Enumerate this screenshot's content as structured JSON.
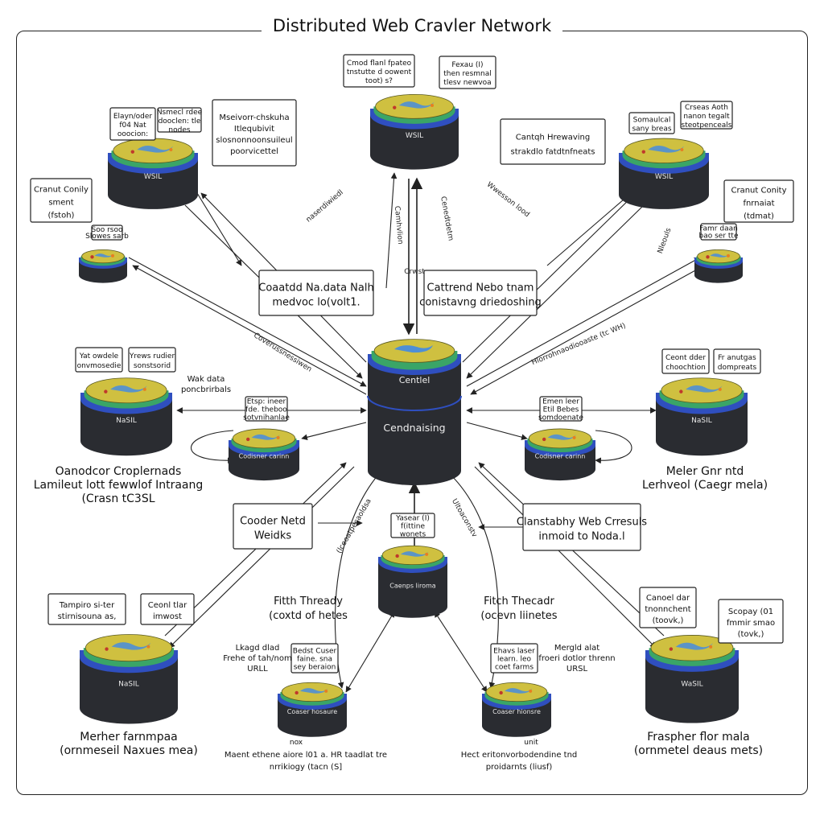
{
  "title": "Distributed Web Cravler Network",
  "coordinator": {
    "label_top": "Centlel",
    "label_main": "Cendnaising"
  },
  "nodes": [
    {
      "id": "n-top",
      "label": "WSIL",
      "callout": "Cmod flanl fpateo\ntnstutte d oowent\ntoot) s?",
      "callout2": "Fexau (I)\nthen resmnal\ntlesv newvoa"
    },
    {
      "id": "n-ul",
      "label": "WSIL",
      "callout": "Elayn/oder\nf04 Nat\nooocion:",
      "callout2": "Nsmecl rdee\ndooclen: tle\nnodes"
    },
    {
      "id": "n-ur",
      "label": "WSIL",
      "callout": "Somaulcal\nsany breas",
      "callout2": "Crseas Aoth\nnanon tegalt\nsteotpenceals"
    },
    {
      "id": "n-ul2",
      "label": "",
      "callout": "Soo rsoo\nSlowes sarb"
    },
    {
      "id": "n-ur2",
      "label": "",
      "callout": "Famr daan\nbao ser tte"
    },
    {
      "id": "n-l",
      "label": "NaSIL",
      "callout": "Yat owdele\nonvmosedie",
      "callout2": "Yrews rudier\nsonstsorid"
    },
    {
      "id": "n-r",
      "label": "NaSIL",
      "callout": "Ceont dder\nchoochtion",
      "callout2": "Fr anutgas\ndompreats"
    },
    {
      "id": "n-lc",
      "label": "Codisner carinn",
      "callout": "Etsp: ineer\nfde. theboo\nsotvnihanlae"
    },
    {
      "id": "n-rc",
      "label": "Codisner carinn",
      "callout": "Emen leer\nEtil Bebes\nsomdoenate"
    },
    {
      "id": "n-bc",
      "label": "Caenps liroma",
      "callout": "Yasear (I)\nf(ittine\nwonets"
    },
    {
      "id": "n-bl",
      "label": "NaSIL",
      "callout": "Tampiro si-ter\nstirnisouna as,",
      "callout2": "Ceonl tlar\nimwost"
    },
    {
      "id": "n-br",
      "label": "WaSIL",
      "callout": "Canoel dar\ntnonnchent\n(toovk,)",
      "callout2": "Scopay (01\nfmmir smao\n(tovk,)"
    },
    {
      "id": "n-bml",
      "label": "Coaser hosaure",
      "callout": "Bedst Cuser\nfaine. sna\nsey beraion"
    },
    {
      "id": "n-bmr",
      "label": "Coaser hionsre",
      "callout": "Ehavs laser\nlearn. leo\ncoet farms"
    }
  ],
  "callouts": {
    "c1": "Mseivorr-chskuha\nItlequbivit\nslosnonnoonsuileul\npoorvicettel",
    "c2": "Cantqh Hrewaving\nstrakdlo fatdtnfneats",
    "c3": "Cranut Conily\nsment\n(fstoh)",
    "c4": "Cranut Conity\nfnrnaiat\n(tdmat)",
    "c5": "Coaatdd Na.data Nalh\nmedvoc lo(volt1.",
    "c6": "Cattrend Nebo tnam\nconistavng driedoshing",
    "c7": "Wak data\nponcbrirbals",
    "c8": "Cooder Netd\nWeidks",
    "c9": "Clanstabhy Web Crresuls\ninmoid to Noda.l",
    "c10": "Lkagd dlad\nFrehe of tah/nom\nURLL",
    "c11": "Mergld alat\nfroeri dotlor threnn\nURSL"
  },
  "captions": {
    "left": "Oanodcor Croplernads\nLamileut lott fewwlof Intraang\n(Crasn tC3SL",
    "right": "Meler Gnr ntd\nLerhveol (Caegr mela)",
    "bottom_left": "Merher farnmpaa\n(ornmeseil Naxues mea)",
    "bottom_right": "Fraspher flor mala\n(ornmetel deaus mets)",
    "bottom_mid_left": "Maent ethene aiore l01 a. HR taadlat tre\nnrrikiogy (tacn (S]",
    "bottom_mid_right": "Hect eritonvorbodendine tnd\nproidarnts (liusf)",
    "fetch_left": "Fitth Thready\n(coxtd of hetes",
    "fetch_right": "Fitch Thecadr\n(ocevn liinetes",
    "nox": "nox",
    "unit": "unit"
  },
  "arrow_labels": {
    "a1": "naserdiwiedl",
    "a2": "Camhvlion",
    "a3": "Cenedtdetm",
    "a4": "Wwesson lood",
    "a5": "Coverussnessiwen",
    "a6": "Hlorrohnaodiooaste (tc WH)",
    "a7": "(lceoatpecaoldsa",
    "a8": "Ultoaconstv",
    "a9": "Nleouls",
    "a10": "Crwst"
  },
  "colors": {
    "cylinder_dark": "#2a2c31",
    "cylinder_band_blue": "#2f4fbf",
    "cylinder_band_green": "#3aa567",
    "cylinder_top_yellow": "#cfc040",
    "map_blue": "#4e8fd6",
    "line": "#222222"
  }
}
